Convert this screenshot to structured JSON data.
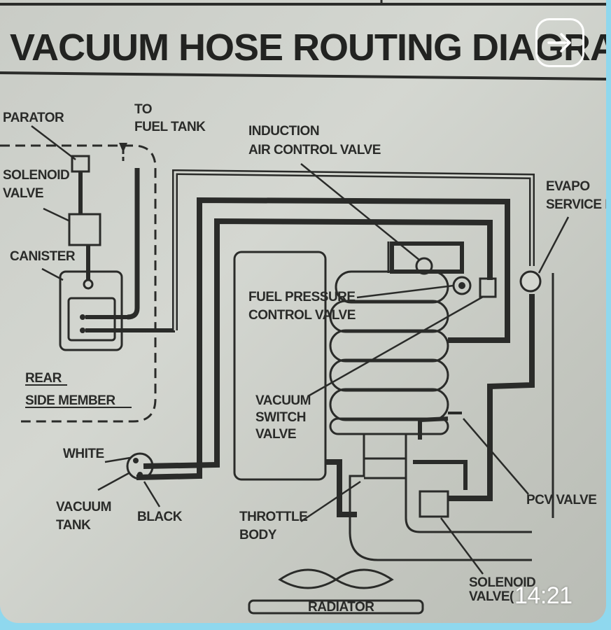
{
  "diagram": {
    "title": "VACUUM HOSE ROUTING DIAGRAM",
    "labels": {
      "separator": "PARATOR",
      "to_fuel_tank_1": "TO",
      "to_fuel_tank_2": "FUEL TANK",
      "induction_1": "INDUCTION",
      "induction_2": "AIR CONTROL VALVE",
      "evapo_1": "EVAPO",
      "evapo_2": "SERVICE P",
      "solenoid_valve_1": "SOLENOID",
      "solenoid_valve_2": "VALVE",
      "canister": "CANISTER",
      "fuel_pressure_1": "FUEL PRESSURE",
      "fuel_pressure_2": "CONTROL VALVE",
      "rear_1": "REAR",
      "rear_2": "SIDE MEMBER",
      "vacuum_switch_1": "VACUUM",
      "vacuum_switch_2": "SWITCH",
      "vacuum_switch_3": "VALVE",
      "white": "WHITE",
      "vacuum_tank_1": "VACUUM",
      "vacuum_tank_2": "TANK",
      "black": "BLACK",
      "throttle_1": "THROTTLE",
      "throttle_2": "BODY",
      "pcv_valve": "PCV VALVE",
      "solenoid_bottom_1": "SOLENOID",
      "solenoid_bottom_2": "VALVE(",
      "radiator": "RADIATOR"
    }
  },
  "overlay": {
    "time": "14:21",
    "share_icon": "arrow-right-icon"
  },
  "colors": {
    "border": "#8fd8ee",
    "paper": "#cdd0ca",
    "ink": "#242523"
  }
}
